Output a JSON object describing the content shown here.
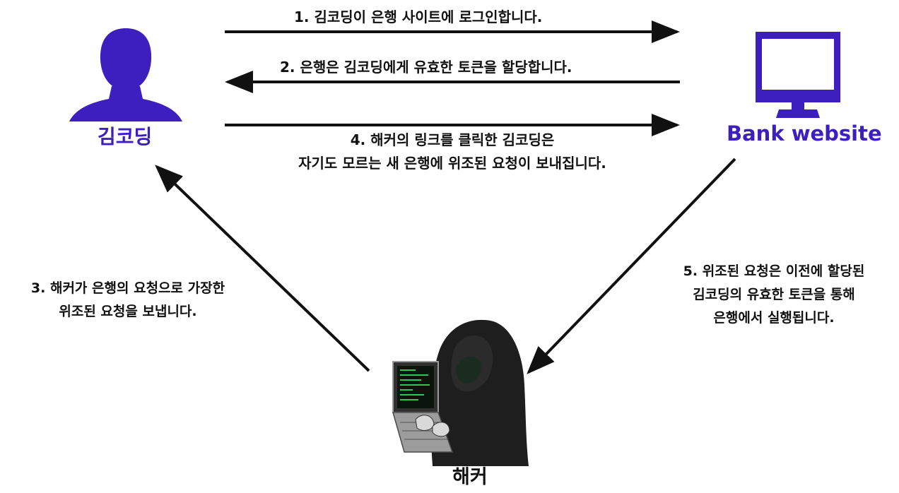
{
  "colors": {
    "accent": "#3d1fc0",
    "arrow": "#111111",
    "hacker": "#1e1e1e",
    "screen_glow": "#3cff6e"
  },
  "actors": {
    "user": {
      "label": "김코딩",
      "icon": "user-silhouette-icon"
    },
    "bank": {
      "label": "Bank website",
      "icon": "monitor-icon"
    },
    "hacker": {
      "label": "해커",
      "icon": "hooded-hacker-laptop-icon"
    }
  },
  "steps": {
    "s1": "1. 김코딩이 은행 사이트에 로그인합니다.",
    "s2": "2. 은행은 김코딩에게 유효한 토큰을 할당합니다.",
    "s3_line1": "3. 해커가 은행의 요청으로 가장한",
    "s3_line2": "위조된 요청을 보냅니다.",
    "s4_line1": "4. 해커의 링크를 클릭한 김코딩은",
    "s4_line2": "자기도 모르는 새 은행에 위조된 요청이 보내집니다.",
    "s5_line1": "5. 위조된 요청은 이전에 할당된",
    "s5_line2": "김코딩의 유효한 토큰을 통해",
    "s5_line3": "은행에서 실행됩니다."
  }
}
